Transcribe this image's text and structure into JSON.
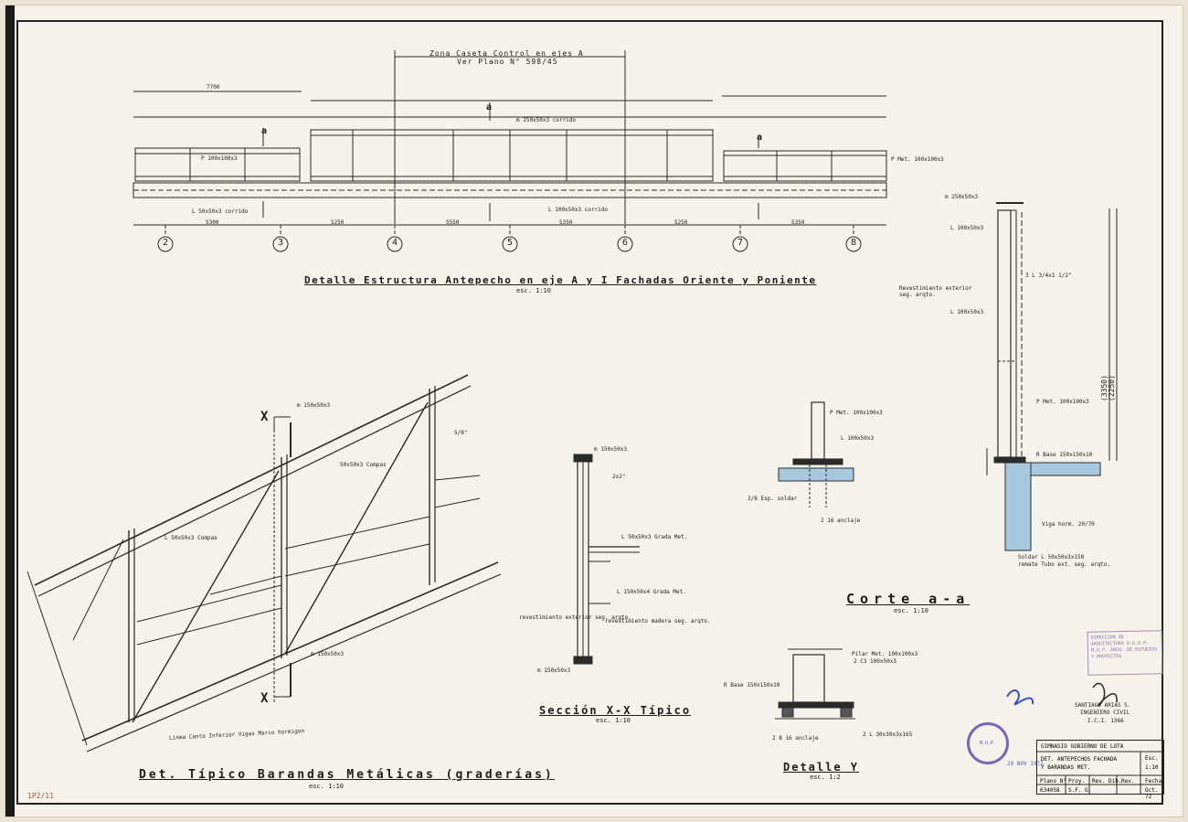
{
  "sheet": {
    "header_zone": "Zona Caseta Control en ejes A",
    "header_ref": "Ver Plano N° 598/45",
    "corner_mark": "1P2/11"
  },
  "elevation": {
    "title": "Detalle Estructura Antepecho en eje A y I Fachadas Oriente y Poniente",
    "scale": "esc. 1:10",
    "top_dim": "7700",
    "axes": [
      "2",
      "3",
      "4",
      "5",
      "6",
      "7",
      "8"
    ],
    "bottom_dims": [
      "5300",
      "5250",
      "5550",
      "5350",
      "5250",
      "5350"
    ],
    "section_mark": "a",
    "notes": [
      "P 100x100x3",
      "L 50x50x3 corrido",
      "L 100x50x3 corrido",
      "m 250x50x3 corrido",
      "P Met. 100x100x3"
    ]
  },
  "railing": {
    "title": "Det. Típico Barandas Metálicas (graderías)",
    "scale": "esc. 1:10",
    "section_mark": "X",
    "notes": [
      "m 150x50x3",
      "50x50x3 Compas",
      "L 50x50x3 Compas",
      "Linea Canto Inferior Vigas Marco hormigon",
      "m 150x50x3",
      "5/8\""
    ]
  },
  "section_xx": {
    "title": "Sección X-X Típico",
    "scale": "esc. 1:10",
    "notes": [
      "m 150x50x3",
      "2x2\"",
      "L 50x50x3 Grada Met.",
      "L 150x50x4 Grada Met.",
      "revestimiento exterior seg. arqto.",
      "revestimiento madera seg. arqto.",
      "m 150x50x3"
    ]
  },
  "detalle_y": {
    "title": "Detalle Y",
    "scale": "esc. 1:2",
    "notes": [
      "Pilar Met. 100x100x3",
      "2 C3 100x50x3",
      "R Base 150x150x10",
      "2 L 30x30x3x165",
      "2 8 16 anclaje"
    ]
  },
  "detalle_y_top": {
    "notes": [
      "P Met. 100x100x3",
      "L 100x50x3",
      "3/8 Esp. soldar",
      "2 16 anclaje"
    ]
  },
  "corte_aa": {
    "title": "Corte a-a",
    "scale": "esc. 1:10",
    "notes": [
      "m 250x50x3",
      "L 100x50x3",
      "3 L 3/4x1 1/2\"",
      "Revestimiento exterior seg. arqto.",
      "L 100x50x3",
      "P Met. 100x100x3",
      "R Base 150x150x10",
      "Viga horm. 20/70",
      "Soldar L 50x50x3x150",
      "remate Tubo ext. seg. arqto.",
      "(3350)",
      "(2250)"
    ]
  },
  "title_block": {
    "org": "GIMNASIO GOBIERNO DE LOTA",
    "desc1": "DET. ANTEPECHOS FACHADA",
    "desc2": "Y BARANDAS MET.",
    "sheet_label": "Esc.",
    "sheet_value": "1:10",
    "plano_label": "Plano N°",
    "plano_value": "634058",
    "proy_label": "Proy.",
    "proy_value": "S.F. G.",
    "dib_label": "Rev. Dib.",
    "rev_label": "Rev.",
    "fecha_label": "Fecha",
    "fecha_value": "Oct. 72"
  },
  "signature": {
    "name": "SANTIAGO ARIAS S.",
    "role": "INGENIERO CIVIL",
    "reg": "I.C.I. 1366"
  },
  "stamp": {
    "text": "DIRECCION DE ARQUITECTURA D.G.O.P. M.O.P. ARCH. DE ESTUDIOS Y PROYECTOS"
  },
  "date_stamp": "29 NOV 1972"
}
